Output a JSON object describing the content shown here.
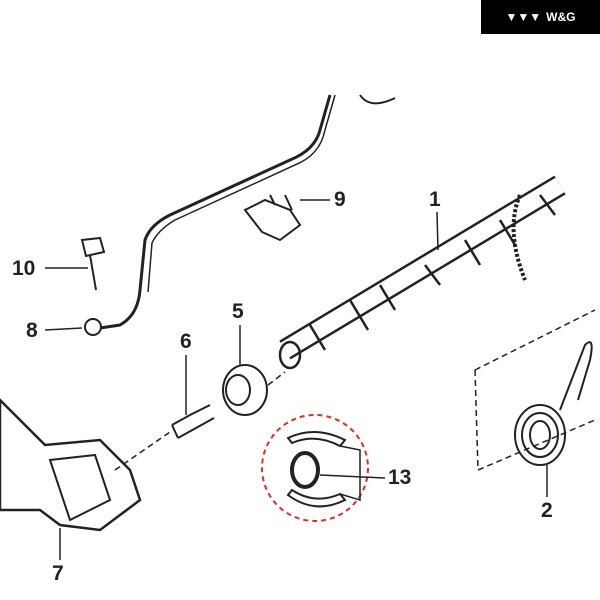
{
  "logo": {
    "text": "W&G",
    "icon": "wg-chevrons-icon"
  },
  "callouts": {
    "p1": "1",
    "p2": "2",
    "p5": "5",
    "p6": "6",
    "p7": "7",
    "p8": "8",
    "p9": "9",
    "p10": "10",
    "p13": "13"
  },
  "colors": {
    "highlight": "#d9302a",
    "line": "#222222"
  }
}
